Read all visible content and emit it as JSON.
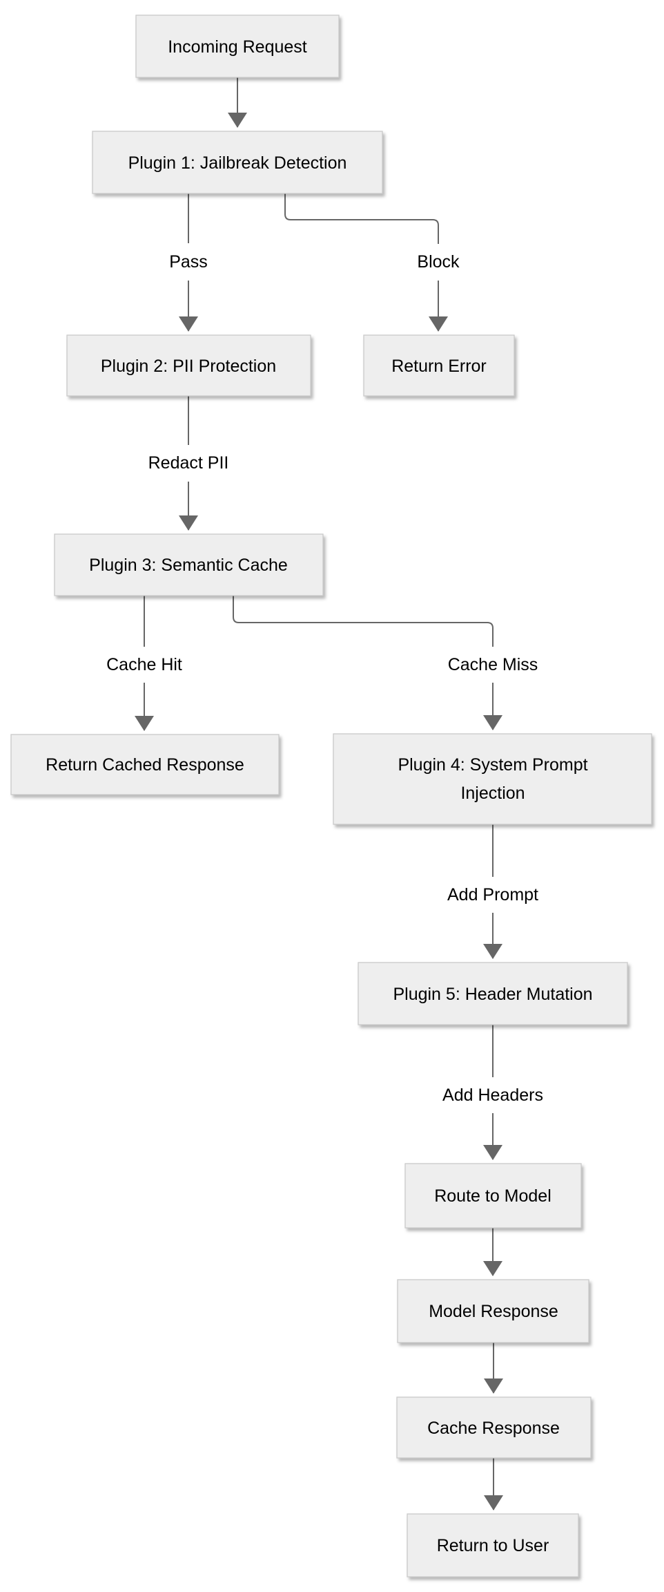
{
  "diagram": {
    "type": "flowchart",
    "nodes": {
      "incoming_request": {
        "label": "Incoming Request"
      },
      "plugin1": {
        "label": "Plugin 1: Jailbreak Detection"
      },
      "plugin2": {
        "label": "Plugin 2: PII Protection"
      },
      "return_error": {
        "label": "Return Error"
      },
      "plugin3": {
        "label": "Plugin 3: Semantic Cache"
      },
      "return_cached_response": {
        "label": "Return Cached Response"
      },
      "plugin4": {
        "label_lines": [
          "Plugin 4: System Prompt",
          "Injection"
        ]
      },
      "plugin5": {
        "label": "Plugin 5: Header Mutation"
      },
      "route_to_model": {
        "label": "Route to Model"
      },
      "model_response": {
        "label": "Model Response"
      },
      "cache_response": {
        "label": "Cache Response"
      },
      "return_to_user": {
        "label": "Return to User"
      }
    },
    "edges": {
      "pass": {
        "label": "Pass"
      },
      "block": {
        "label": "Block"
      },
      "redact_pii": {
        "label": "Redact PII"
      },
      "cache_hit": {
        "label": "Cache Hit"
      },
      "cache_miss": {
        "label": "Cache Miss"
      },
      "add_prompt": {
        "label": "Add Prompt"
      },
      "add_headers": {
        "label": "Add Headers"
      }
    },
    "colors": {
      "node_fill": "#eeeeee",
      "node_border": "#c9c9c9",
      "edge_stroke": "#666666",
      "text": "#000000",
      "background": "#ffffff"
    }
  }
}
